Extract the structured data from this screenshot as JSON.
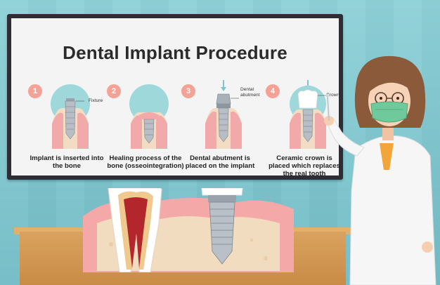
{
  "title": "Dental Implant Procedure",
  "steps": [
    {
      "num": "1",
      "caption": "Implant is inserted into the bone",
      "label": "Fixture"
    },
    {
      "num": "2",
      "caption": "Healing process of the bone (osseointegration)",
      "label": ""
    },
    {
      "num": "3",
      "caption": "Dental abutment is placed on the implant",
      "label": "Dental abutment"
    },
    {
      "num": "4",
      "caption": "Ceramic crown is placed which replaces the real tooth",
      "label": "Crown"
    }
  ],
  "colors": {
    "badge": "#f4a196",
    "gum": "#f2a9a9",
    "bone": "#f3dcc4",
    "board_frame": "#2d2d33",
    "teal_circle": "#9fd8da"
  }
}
